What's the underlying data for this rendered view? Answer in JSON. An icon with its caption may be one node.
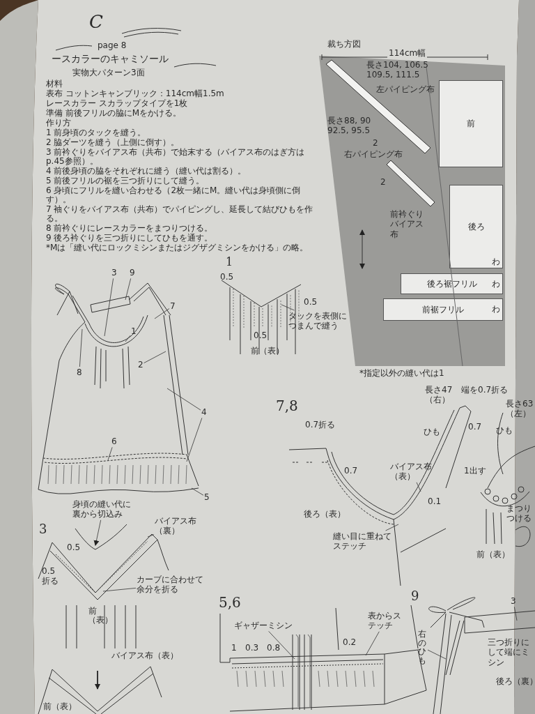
{
  "diagram": {
    "title": "ースカラーのキャミソール",
    "nodes": [
      {
        "text": [],
        "shape": "box"
      },
      {
        "text": [
          "前"
        ],
        "in": 0
      },
      {
        "text": [
          "後ろ"
        ],
        "in": 0
      },
      {
        "text": [
          "後ろ裾フリル"
        ],
        "in": 0
      },
      {
        "text": [
          "前裾フリル"
        ],
        "in": 0
      },
      {
        "text": [
          "3"
        ]
      },
      {
        "text": [
          "9"
        ]
      },
      {
        "text": [
          "7"
        ]
      },
      {
        "text": [
          "1"
        ]
      },
      {
        "text": [
          "2"
        ]
      },
      {
        "text": [
          "8"
        ]
      },
      {
        "text": [
          "4"
        ]
      },
      {
        "text": [
          "6"
        ]
      },
      {
        "text": [
          "5"
        ]
      },
      {
        "text": [
          "タックを表側につまんで縫う"
        ]
      },
      {
        "text": [
          "身頃の縫い代に裏から切込み"
        ]
      },
      {
        "text": [
          "バイアス布（裏）"
        ]
      },
      {
        "text": [
          "カーブに合わせて余分を折る"
        ]
      },
      {
        "text": [
          "縫い目に重ねてステッチ"
        ]
      },
      {
        "text": [
          "バイアス布（表）"
        ]
      },
      {
        "text": [
          "ギャザーミシン"
        ]
      },
      {
        "text": [
          "表からステッチ"
        ]
      },
      {
        "text": [
          "右のひも"
        ]
      },
      {
        "text": [
          "3"
        ]
      }
    ],
    "edges": [
      {
        "from": 5,
        "to": null,
        "arrow": "none"
      },
      {
        "from": 6,
        "to": null,
        "arrow": "none"
      },
      {
        "from": 7,
        "to": null,
        "arrow": "none"
      },
      {
        "from": 8,
        "to": null,
        "arrow": "none"
      },
      {
        "from": 9,
        "to": null,
        "arrow": "none"
      },
      {
        "from": 10,
        "to": null,
        "arrow": "none"
      },
      {
        "from": 11,
        "to": null,
        "arrow": "none"
      },
      {
        "from": 11,
        "to": null,
        "arrow": "none"
      },
      {
        "from": 12,
        "to": null,
        "arrow": "none"
      },
      {
        "from": 13,
        "to": null,
        "arrow": "none"
      },
      {
        "from": 14,
        "to": null,
        "arrow": "none"
      },
      {
        "from": 15,
        "to": null,
        "arrow": "to"
      },
      {
        "from": 16,
        "to": null,
        "arrow": "none"
      },
      {
        "from": 17,
        "to": null,
        "arrow": "none"
      },
      {
        "from": 18,
        "to": null,
        "arrow": "none"
      },
      {
        "from": 19,
        "to": null,
        "arrow": "none"
      },
      {
        "from": 20,
        "to": null,
        "arrow": "none"
      },
      {
        "from": 21,
        "to": null,
        "arrow": "none"
      },
      {
        "from": 22,
        "to": null,
        "arrow": "none"
      },
      {
        "from": 23,
        "to": null,
        "arrow": "none"
      }
    ],
    "labels": [
      "C",
      "page 8",
      "実物大パターン3面",
      "材料",
      "表布 コットンキャンブリック：114cm幅1.5m",
      "レースカラー スカラップタイプを1枚",
      "準備 前後フリルの脇にMをかける。",
      "作り方",
      "1 前身頃のタックを縫う。",
      "2 脇ダーツを縫う（上側に倒す）。",
      "3 前衿ぐりをバイアス布（共布）で始末する（バイアス布のはぎ方はp.45参照）。",
      "4 前後身頃の脇をそれぞれに縫う（縫い代は割る）。",
      "5 前後フリルの裾を三つ折りにして縫う。",
      "6 身頃にフリルを縫い合わせる（2枚一緒にM。縫い代は身頃側に倒す）。",
      "7 袖ぐりをバイアス布（共布）でパイピングし、延長して結びひもを作る。",
      "8 前衿ぐりにレースカラーをまつりつける。",
      "9 後ろ衿ぐりを三つ折りにしてひもを通す。",
      "*Mは「縫い代にロックミシンまたはジグザグミシンをかける」の略。",
      "裁ち方図",
      "114cm幅",
      "長さ104, 106.5 109.5, 111.5",
      "左パイピング布",
      "長さ88, 90 92.5, 95.5",
      "2",
      "右パイピング布",
      "2",
      "前衿ぐりバイアス布",
      "わ",
      "わ",
      "わ",
      "*指定以外の縫い代は1",
      "1",
      "0.5",
      "0.5",
      "0.5",
      "前（表）",
      "7,8",
      "0.7折る",
      "0.7",
      "0.1",
      "後ろ（表）",
      "長さ47（右）",
      "端を0.7折る",
      "0.7",
      "ひも",
      "ひも",
      "長さ63（左）",
      "1出す",
      "まつりつける",
      "前（表）",
      "3",
      "0.5",
      "0.5折る",
      "前（表）",
      "バイアス布（表）",
      "前（表）",
      "5,6",
      "1",
      "0.3",
      "0.8",
      "0.2",
      "9",
      "三つ折りにして端にミシン",
      "後ろ（裏）"
    ]
  }
}
